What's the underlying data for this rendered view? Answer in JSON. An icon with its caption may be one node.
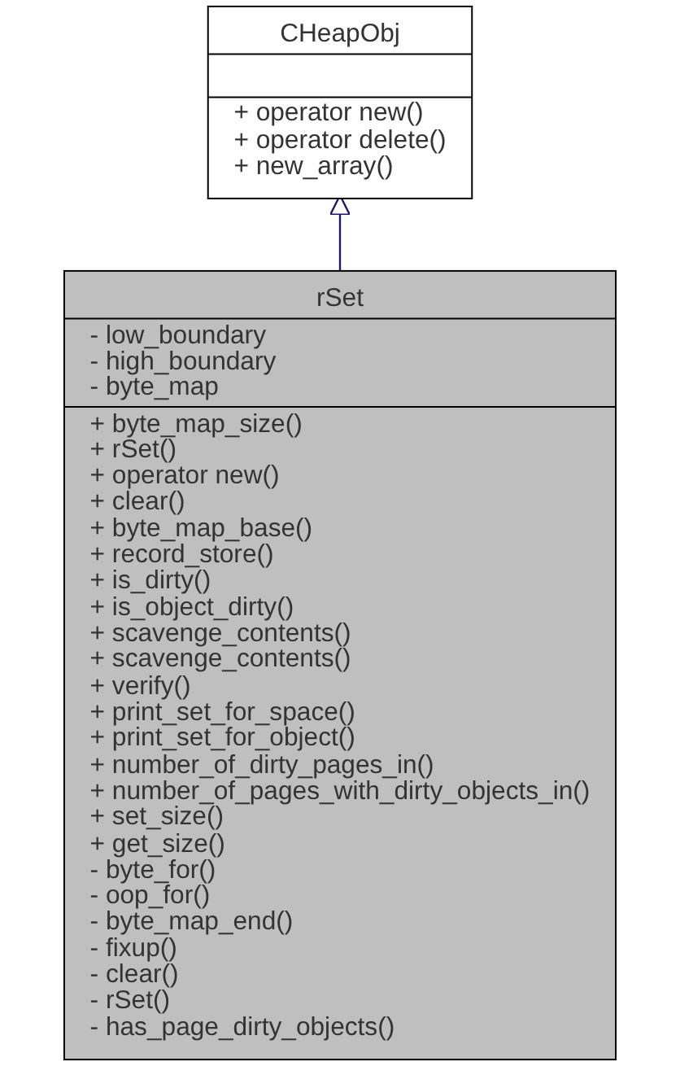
{
  "diagram": {
    "nodes": [
      {
        "text": [
          "CHeapObj",
          "+ operator new()",
          "+ operator delete()",
          "+ new_array()"
        ]
      },
      {
        "text": [
          "rSet",
          "- low_boundary",
          "- high_boundary",
          "- byte_map",
          "+ byte_map_size()",
          "+ rSet()",
          "+ operator new()",
          "+ clear()",
          "+ byte_map_base()",
          "+ record_store()",
          "+ is_dirty()",
          "+ is_object_dirty()",
          "+ scavenge_contents()",
          "+ scavenge_contents()",
          "+ verify()",
          "+ print_set_for_space()",
          "+ print_set_for_object()",
          "+ number_of_dirty_pages_in()",
          "+ number_of_pages_with_dirty_objects_in()",
          "+ set_size()",
          "+ get_size()",
          "- byte_for()",
          "- oop_for()",
          "- byte_map_end()",
          "- fixup()",
          "- clear()",
          "- rSet()",
          "- has_page_dirty_objects()"
        ]
      }
    ],
    "edges": [
      {
        "from": 1,
        "to": 0,
        "arrow": "to",
        "color": "#191970"
      }
    ]
  }
}
